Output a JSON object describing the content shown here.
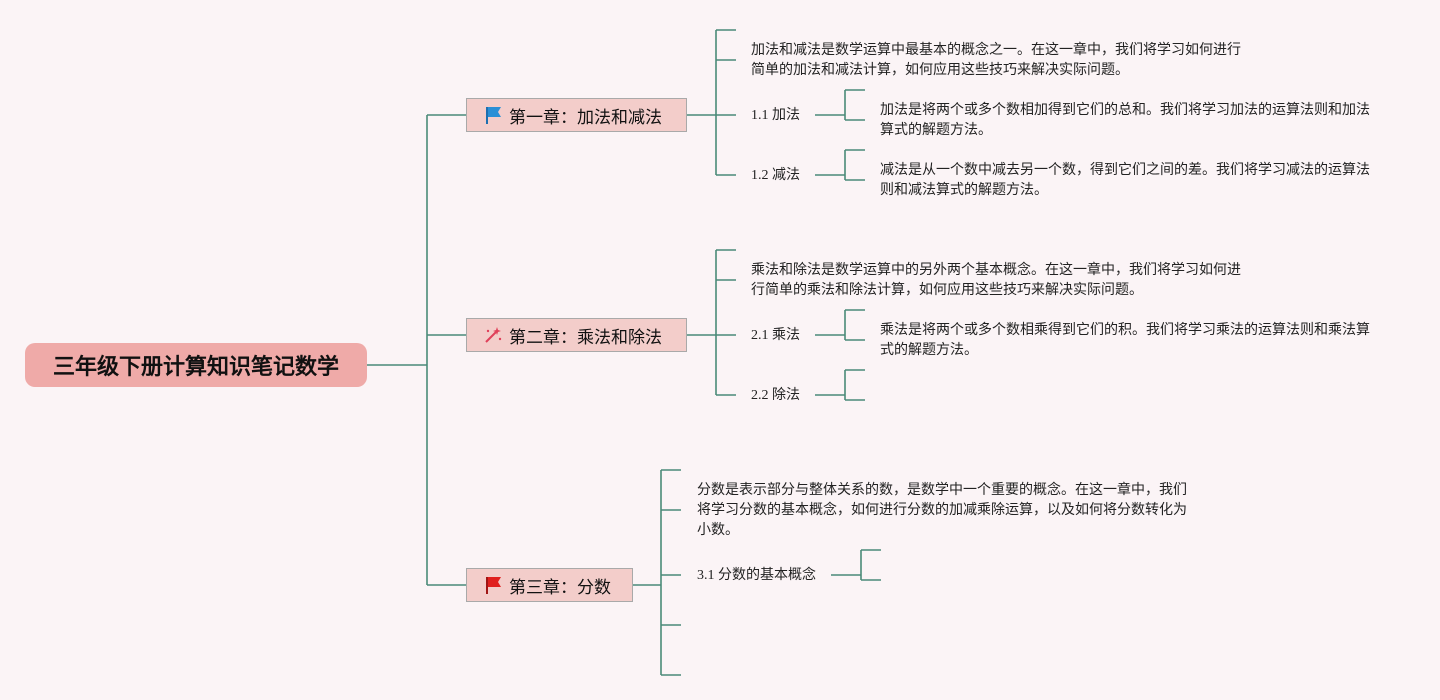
{
  "root": {
    "title": "三年级下册计算知识笔记数学"
  },
  "chapters": [
    {
      "title": "第一章：加法和减法",
      "icon": "blue-flag-icon",
      "intro": "加法和减法是数学运算中最基本的概念之一。在这一章中，我们将学习如何进行简单的加法和减法计算，如何应用这些技巧来解决实际问题。",
      "sections": [
        {
          "label": "1.1 加法",
          "text": "加法是将两个或多个数相加得到它们的总和。我们将学习加法的运算法则和加法算式的解题方法。"
        },
        {
          "label": "1.2 减法",
          "text": "减法是从一个数中减去另一个数，得到它们之间的差。我们将学习减法的运算法则和减法算式的解题方法。"
        }
      ]
    },
    {
      "title": "第二章：乘法和除法",
      "icon": "magic-wand-icon",
      "intro": "乘法和除法是数学运算中的另外两个基本概念。在这一章中，我们将学习如何进行简单的乘法和除法计算，如何应用这些技巧来解决实际问题。",
      "sections": [
        {
          "label": "2.1 乘法",
          "text": "乘法是将两个或多个数相乘得到它们的积。我们将学习乘法的运算法则和乘法算式的解题方法。"
        },
        {
          "label": "2.2 除法",
          "text": ""
        }
      ]
    },
    {
      "title": "第三章：分数",
      "icon": "red-flag-icon",
      "intro": "分数是表示部分与整体关系的数，是数学中一个重要的概念。在这一章中，我们将学习分数的基本概念，如何进行分数的加减乘除运算，以及如何将分数转化为小数。",
      "sections": [
        {
          "label": "3.1 分数的基本概念",
          "text": ""
        }
      ]
    }
  ],
  "colors": {
    "background": "#fbf4f6",
    "root_fill": "#efaaa8",
    "chapter_fill": "#f3cdca",
    "chapter_border": "#a9a9a9",
    "connector": "#4a8a78",
    "blue_flag": "#2a8fd6",
    "red_flag": "#e0201f",
    "wand": "#e0405a"
  }
}
